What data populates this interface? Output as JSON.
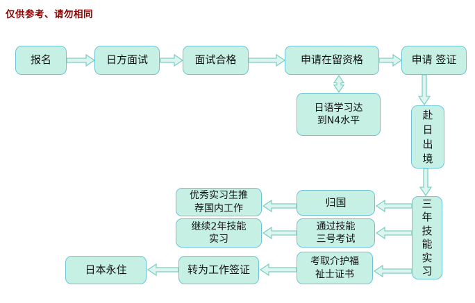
{
  "title": "仅供参考、请勿相同",
  "colors": {
    "title_color": "#8B0000",
    "box_fill": "#C7F0E5",
    "box_border": "#6EC3D8",
    "arrow_fill": "#DCF5EE",
    "arrow_stroke": "#7FCFC6",
    "text": "#111111"
  },
  "nodes": {
    "signup": {
      "label": "报名"
    },
    "jp_interview": {
      "label": "日方面试"
    },
    "interview_pass": {
      "label": "面试合格"
    },
    "apply_residence": {
      "label": "申请在留资格"
    },
    "apply_visa": {
      "label": "申请 签证"
    },
    "n4_level": {
      "label": "日语学习达到N4水平"
    },
    "go_japan": {
      "label": "赴日出境"
    },
    "three_year": {
      "label": "三年技能实习"
    },
    "return_home": {
      "label": "归国"
    },
    "excellent_intern": {
      "label": "优秀实习生推荐国内工作"
    },
    "skill_exam_3": {
      "label": "通过技能三号考试"
    },
    "continue_2yr": {
      "label": "继续2年技能实习"
    },
    "japan_permanent": {
      "label": "日本永住"
    },
    "work_visa": {
      "label": "转为工作签证"
    },
    "caregiver_cert": {
      "label": "考取介护福祉士证书"
    }
  },
  "edges": [
    {
      "from": "signup",
      "to": "jp_interview",
      "type": "arrow"
    },
    {
      "from": "jp_interview",
      "to": "interview_pass",
      "type": "arrow"
    },
    {
      "from": "interview_pass",
      "to": "apply_residence",
      "type": "arrow"
    },
    {
      "from": "apply_residence",
      "to": "apply_visa",
      "type": "arrow"
    },
    {
      "from": "apply_residence",
      "to": "n4_level",
      "type": "double-arrow"
    },
    {
      "from": "apply_visa",
      "to": "go_japan",
      "type": "arrow"
    },
    {
      "from": "go_japan",
      "to": "three_year",
      "type": "arrow"
    },
    {
      "from": "three_year",
      "to": "return_home",
      "type": "arrow"
    },
    {
      "from": "return_home",
      "to": "excellent_intern",
      "type": "arrow"
    },
    {
      "from": "three_year",
      "to": "skill_exam_3",
      "type": "arrow"
    },
    {
      "from": "skill_exam_3",
      "to": "continue_2yr",
      "type": "arrow"
    },
    {
      "from": "three_year",
      "to": "caregiver_cert",
      "type": "arrow"
    },
    {
      "from": "caregiver_cert",
      "to": "work_visa",
      "type": "arrow"
    },
    {
      "from": "work_visa",
      "to": "japan_permanent",
      "type": "arrow"
    }
  ]
}
